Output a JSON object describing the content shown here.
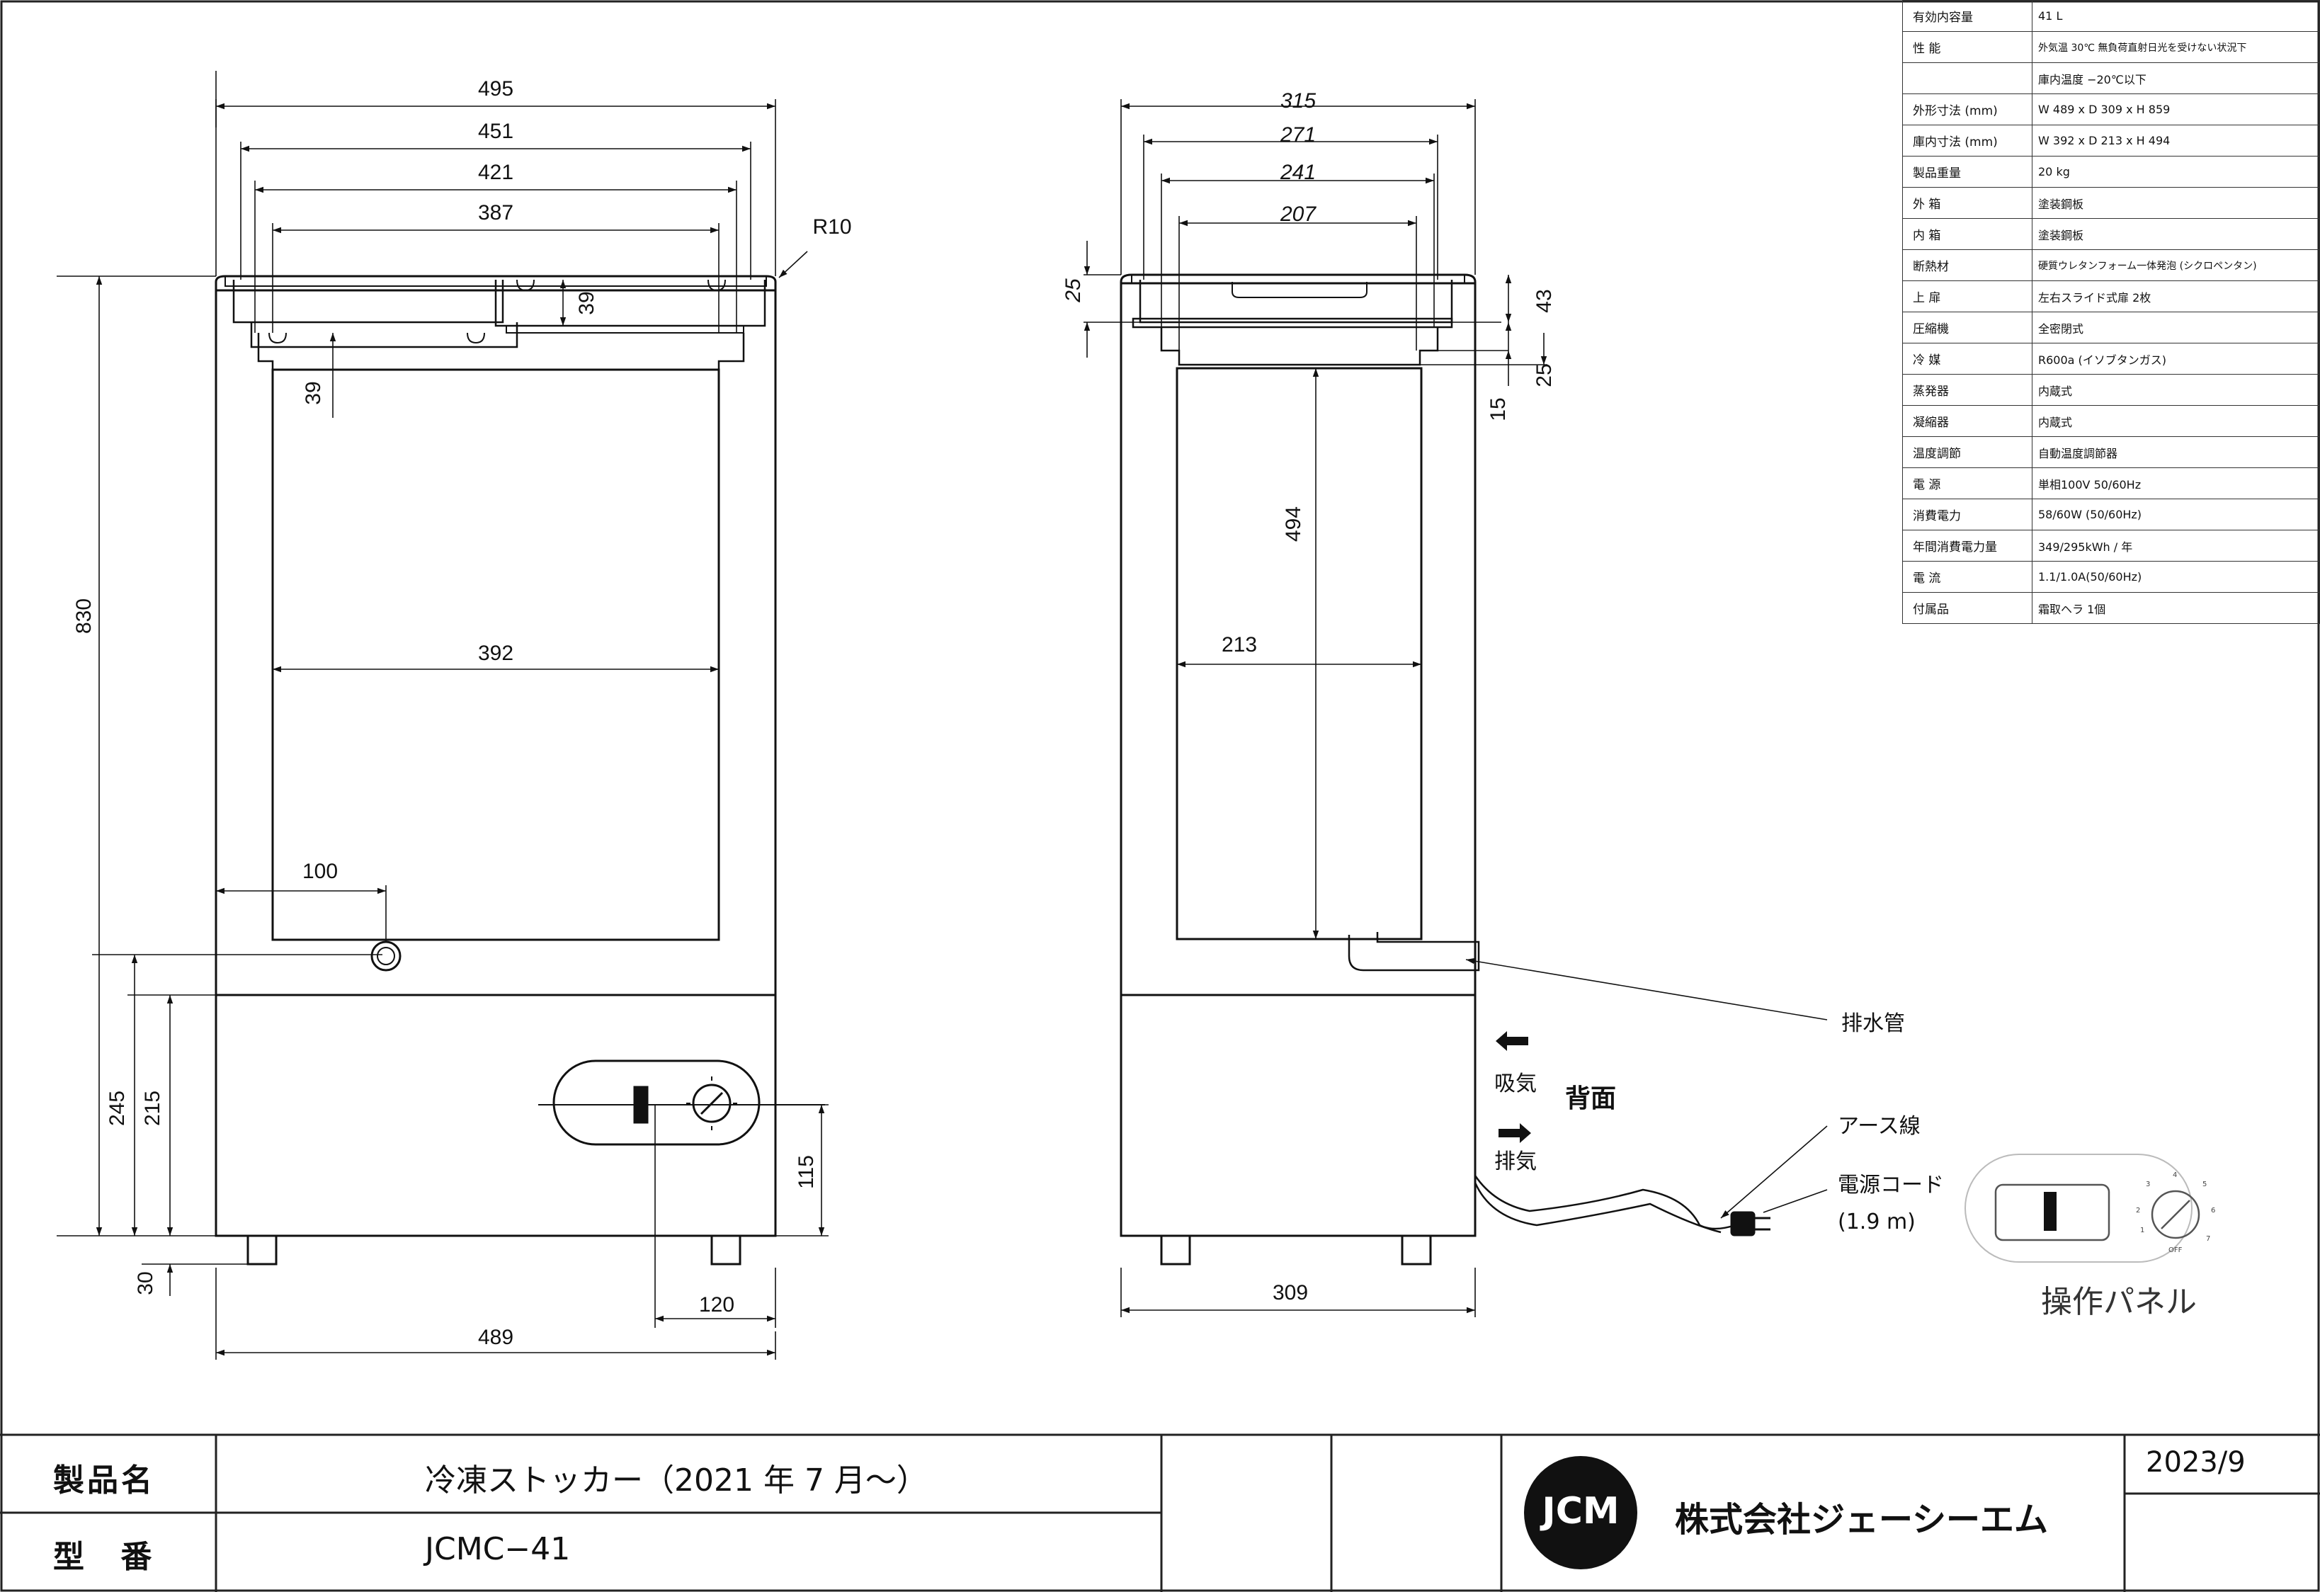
{
  "dims": {
    "front_495": "495",
    "front_451": "451",
    "front_421": "421",
    "front_387": "387",
    "r10": "R10",
    "front_39_a": "39",
    "front_39_b": "39",
    "front_830": "830",
    "front_392": "392",
    "front_100": "100",
    "front_245": "245",
    "front_215": "215",
    "front_115": "115",
    "front_30": "30",
    "front_120": "120",
    "front_489": "489",
    "side_315": "315",
    "side_271": "271",
    "side_241": "241",
    "side_207": "207",
    "side_25_left": "25",
    "side_43": "43",
    "side_25_right": "25",
    "side_15": "15",
    "side_494": "494",
    "side_213": "213",
    "side_309": "309"
  },
  "labels": {
    "drain": "排水管",
    "intake": "吸気",
    "exhaust": "排気",
    "back": "背面",
    "earth": "アース線",
    "power_cord": "電源コード",
    "cord_length": "(1.9 m)",
    "panel_title": "操作パネル",
    "dial_off": "OFF",
    "dial_nums": [
      "1",
      "2",
      "3",
      "4",
      "5",
      "6",
      "7"
    ]
  },
  "specs": [
    {
      "key": "有効内容量",
      "val": "41 L"
    },
    {
      "key": "性 能",
      "val": "外気温 30℃ 無負荷直射日光を受けない状況下"
    },
    {
      "key": "",
      "val": "庫内温度 −20℃以下"
    },
    {
      "key": "外形寸法 (mm)",
      "val": "W 489 x D 309 x H 859"
    },
    {
      "key": "庫内寸法 (mm)",
      "val": "W 392 x D 213 x H 494"
    },
    {
      "key": "製品重量",
      "val": "20 kg"
    },
    {
      "key": "外 箱",
      "val": "塗装鋼板"
    },
    {
      "key": "内 箱",
      "val": "塗装鋼板"
    },
    {
      "key": "断熱材",
      "val": "硬質ウレタンフォーム一体発泡 (シクロペンタン)"
    },
    {
      "key": "上 扉",
      "val": "左右スライド式扉 2枚"
    },
    {
      "key": "圧縮機",
      "val": "全密閉式"
    },
    {
      "key": "冷 媒",
      "val": "R600a (イソブタンガス)"
    },
    {
      "key": "蒸発器",
      "val": "内蔵式"
    },
    {
      "key": "凝縮器",
      "val": "内蔵式"
    },
    {
      "key": "温度調節",
      "val": "自動温度調節器"
    },
    {
      "key": "電 源",
      "val": "単相100V 50/60Hz"
    },
    {
      "key": "消費電力",
      "val": "58/60W (50/60Hz)"
    },
    {
      "key": "年間消費電力量",
      "val": "349/295kWh / 年"
    },
    {
      "key": "電 流",
      "val": "1.1/1.0A(50/60Hz)"
    },
    {
      "key": "付属品",
      "val": "霜取ヘラ 1個"
    }
  ],
  "title_block": {
    "product_name_label": "製品名",
    "product_name": "冷凍ストッカー（2021 年 7 月〜）",
    "model_label": "型 番",
    "model": "JCMC−41",
    "logo_text": "JCM",
    "company": "株式会社ジェーシーエム",
    "date": "2023/9"
  }
}
